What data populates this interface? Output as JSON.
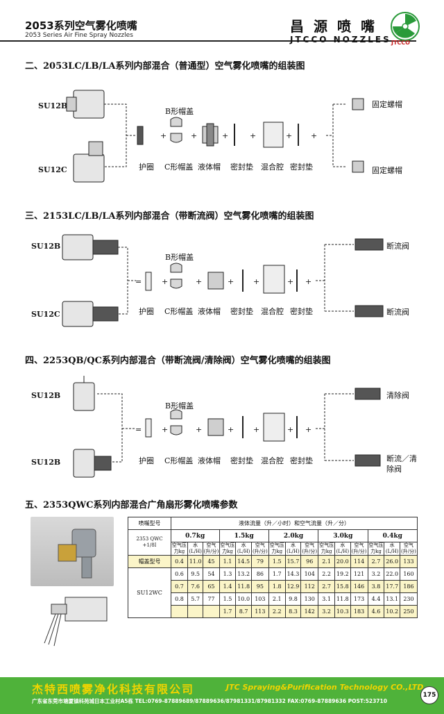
{
  "header": {
    "series_title": "2053系列空气雾化喷嘴",
    "series_subtitle": "2053 Series Air Fine Spray Nozzles",
    "brand_cn": "昌源喷嘴",
    "brand_en": "JTCCO NOZZLES",
    "logo_text": "JTCCO",
    "logo_color": "#2a9a3a"
  },
  "sections": [
    {
      "title": "二、2053LC/LB/LA系列内部混合（普通型）空气雾化喷嘴的组装图",
      "top_label": "SU12B",
      "bottom_label": "SU12C",
      "cap_b": "B形帽盖",
      "parts": [
        "护圈",
        "C形帽盖",
        "液体帽",
        "密封垫",
        "混合腔",
        "密封垫"
      ],
      "right_top": "固定螺帽",
      "right_bottom": "固定螺帽"
    },
    {
      "title": "三、2153LC/LB/LA系列内部混合（带断流阀）空气雾化喷嘴的组装图",
      "top_label": "SU12B",
      "bottom_label": "SU12C",
      "cap_b": "B形帽盖",
      "parts": [
        "护圈",
        "C形帽盖",
        "液体帽",
        "密封垫",
        "混合腔",
        "密封垫"
      ],
      "right_top": "断流阀",
      "right_bottom": "断流阀"
    },
    {
      "title": "四、2253QB/QC系列内部混合（带断流阀/清除阀）空气雾化喷嘴的组装图",
      "top_label": "SU12B",
      "bottom_label": "SU12B",
      "cap_b": "B形帽盖",
      "parts": [
        "护圈",
        "C形帽盖",
        "液体帽",
        "密封垫",
        "混合腔",
        "密封垫"
      ],
      "right_top": "清除阀",
      "right_bottom_1": "断流／清",
      "right_bottom_2": "除阀"
    }
  ],
  "spec": {
    "title": "五、2353QWC系列内部混合广角扇形雾化喷嘴参数",
    "col_nozzle": "喷嘴型号",
    "col_flow": "液体流量（升／小时）和空气流量（升／分）",
    "model": "2353 QWC",
    "model2": "+1/8I",
    "pressures": [
      "0.7kg",
      "1.5kg",
      "2.0kg",
      "3.0kg",
      "0.4kg"
    ],
    "sub_air_p": "空气压力kg",
    "sub_water": "水(L/H)",
    "sub_air": "空气(升/分)",
    "cap_label": "帽盖型号",
    "cap_row": [
      "0.4",
      "11.0",
      "45",
      "1.1",
      "14.5",
      "79",
      "1.5",
      "15.7",
      "96",
      "2.1",
      "20.0",
      "114",
      "2.7",
      "26.0",
      "133"
    ],
    "su_label": "SU12WC",
    "rows": [
      [
        "0.6",
        "9.5",
        "54",
        "1.3",
        "13.2",
        "86",
        "1.7",
        "14.3",
        "104",
        "2.2",
        "19.2",
        "121",
        "3.2",
        "22.0",
        "160"
      ],
      [
        "0.7",
        "7.6",
        "65",
        "1.4",
        "11.8",
        "95",
        "1.8",
        "12.9",
        "112",
        "2.7",
        "15.8",
        "146",
        "3.8",
        "17.7",
        "186"
      ],
      [
        "0.8",
        "5.7",
        "77",
        "1.5",
        "10.0",
        "103",
        "2.1",
        "9.8",
        "130",
        "3.1",
        "11.8",
        "173",
        "4.4",
        "13.1",
        "230"
      ],
      [
        "",
        "",
        "",
        "1.7",
        "8.7",
        "113",
        "2.2",
        "8.3",
        "142",
        "3.2",
        "10.3",
        "183",
        "4.6",
        "10.2",
        "250"
      ]
    ],
    "highlight_color": "#fbf5c8"
  },
  "footer": {
    "company_cn": "杰特西喷雾净化科技有限公司",
    "company_en": "JTC Spraying&Purification Technology  CO.,LTD",
    "address": "广东省东莞市塘厦镇科苑城日本工业村A5栋   TEL:0769-87889689/87889636/87981331/87981332   FAX:0769-87889636   POST:523710",
    "page_number": "175",
    "bg_color": "#4fb23a",
    "text_color": "#f1d400"
  }
}
